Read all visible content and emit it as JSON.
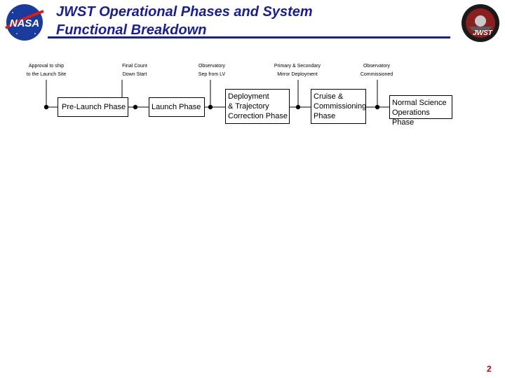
{
  "header": {
    "title_line1": "JWST Operational Phases and System",
    "title_line2": "Functional Breakdown",
    "title_color": "#1a1f8c"
  },
  "logos": {
    "left": {
      "icon": "nasa-meatball-logo",
      "text": "NASA"
    },
    "right": {
      "icon": "jwst-mission-patch",
      "text": "JWST"
    }
  },
  "milestones": [
    {
      "line1": "Approval to ship",
      "line2": "to the Launch Site"
    },
    {
      "line1": "Final Count",
      "line2": "Down Start"
    },
    {
      "line1": "Observatory",
      "line2": "Sep from LV"
    },
    {
      "line1": "Primary & Secondary",
      "line2": "Mirror Deployment"
    },
    {
      "line1": "Observatory",
      "line2": "Commissioned"
    }
  ],
  "phases": [
    {
      "label": "Pre-Launch Phase"
    },
    {
      "label": "Launch Phase"
    },
    {
      "label": "Deployment\n& Trajectory\nCorrection Phase"
    },
    {
      "label": "Cruise &\nCommissioning\nPhase"
    },
    {
      "label": "Normal Science\nOperations Phase"
    }
  ],
  "footer": {
    "page_number": "2",
    "page_number_color": "#c00000"
  }
}
